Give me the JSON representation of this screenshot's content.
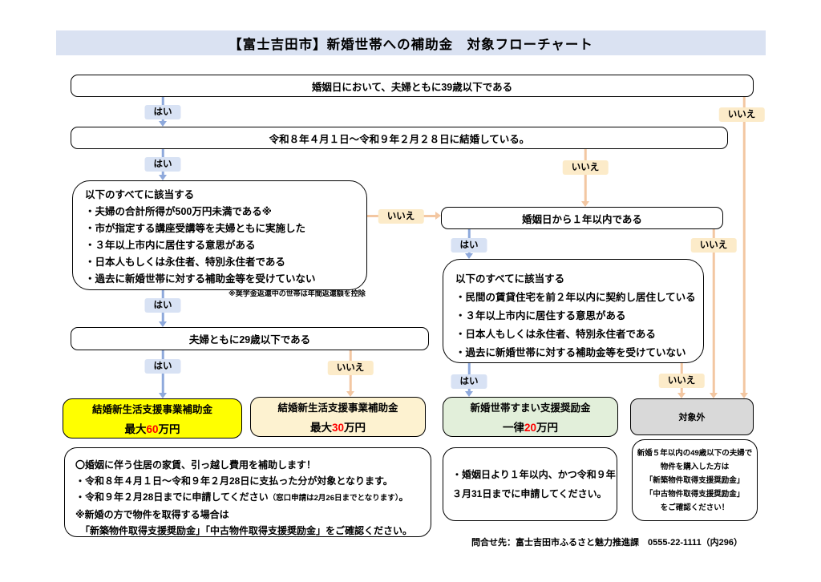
{
  "page": {
    "title": "【富士吉田市】新婚世帯への補助金　対象フローチャート",
    "footer_contact": "問合せ先：富士吉田市ふるさと魅力推進課　0555-22-1111（内296）"
  },
  "labels": {
    "yes": "はい",
    "no": "いいえ"
  },
  "colors": {
    "header_bg": "#dae2f2",
    "yes_label_bg": "#d8e2f4",
    "yes_arrow": "#8ea9dc",
    "no_label_bg": "#fcebc9",
    "no_arrow": "#f3c7a2",
    "result_yellow": "#ffff00",
    "result_cream": "#fdf2d0",
    "result_green": "#e2efda",
    "result_gray": "#d9d9d9",
    "amount_red": "#ff0000"
  },
  "flow": {
    "q_age39": "婚姻日において、夫婦ともに39歳以下である",
    "q_marriage_date": "令和８年４月１日～令和９年２月２８日に結婚している。",
    "q_age29": "夫婦ともに29歳以下である",
    "q_within_1year": "婚姻日から１年以内である",
    "cond_all_left": {
      "heading": "以下のすべてに該当する",
      "items": [
        "・夫婦の合計所得が500万円未満である※",
        "・市が指定する講座受講等を夫婦ともに実施した",
        "・３年以上市内に居住する意思がある",
        "・日本人もしくは永住者、特別永住者である",
        "・過去に新婚世帯に対する補助金等を受けていない"
      ],
      "note": "※奨学金返還中の世帯は年間返還額を控除"
    },
    "cond_all_right": {
      "heading": "以下のすべてに該当する",
      "items": [
        "・民間の賃貸住宅を前２年以内に契約し居住している",
        "・３年以上市内に居住する意思がある",
        "・日本人もしくは永住者、特別永住者である",
        "・過去に新婚世帯に対する補助金等を受けていない"
      ]
    },
    "results": {
      "subsidy60": {
        "name": "結婚新生活支援事業補助金",
        "prefix": "最大",
        "value": "60",
        "suffix": "万円"
      },
      "subsidy30": {
        "name": "結婚新生活支援事業補助金",
        "prefix": "最大",
        "value": "30",
        "suffix": "万円"
      },
      "incentive20": {
        "name": "新婚世帯すまい支援奨励金",
        "prefix": "一律",
        "value": "20",
        "suffix": "万円"
      },
      "excluded": "対象外"
    },
    "info_left": {
      "line1": "〇婚姻に伴う住居の家賃、引っ越し費用を補助します！",
      "line2": "・令和８年４月１日～令和９年２月28日に支払った分が対象となります。",
      "line3_main": "・令和９年２月28日までに申請してください",
      "line3_paren": "（窓口申請は2月26日までとなります）",
      "line3_end": "。",
      "line4": "※新婚の方で物件を取得する場合は",
      "line5": "　「新築物件取得支援奨励金」「中古物件取得支援奨励金」をご確認ください。"
    },
    "info_mid": {
      "line1": "・婚姻日より１年以内、かつ令和９年",
      "line2": "３月31日までに申請してください。"
    },
    "info_right": {
      "line1": "新婚５年以内の49歳以下の夫婦で",
      "line2": "物件を購入した方は",
      "line3": "「新築物件取得支援奨励金」",
      "line4": "「中古物件取得支援奨励金」",
      "line5": "をご確認ください！"
    }
  }
}
